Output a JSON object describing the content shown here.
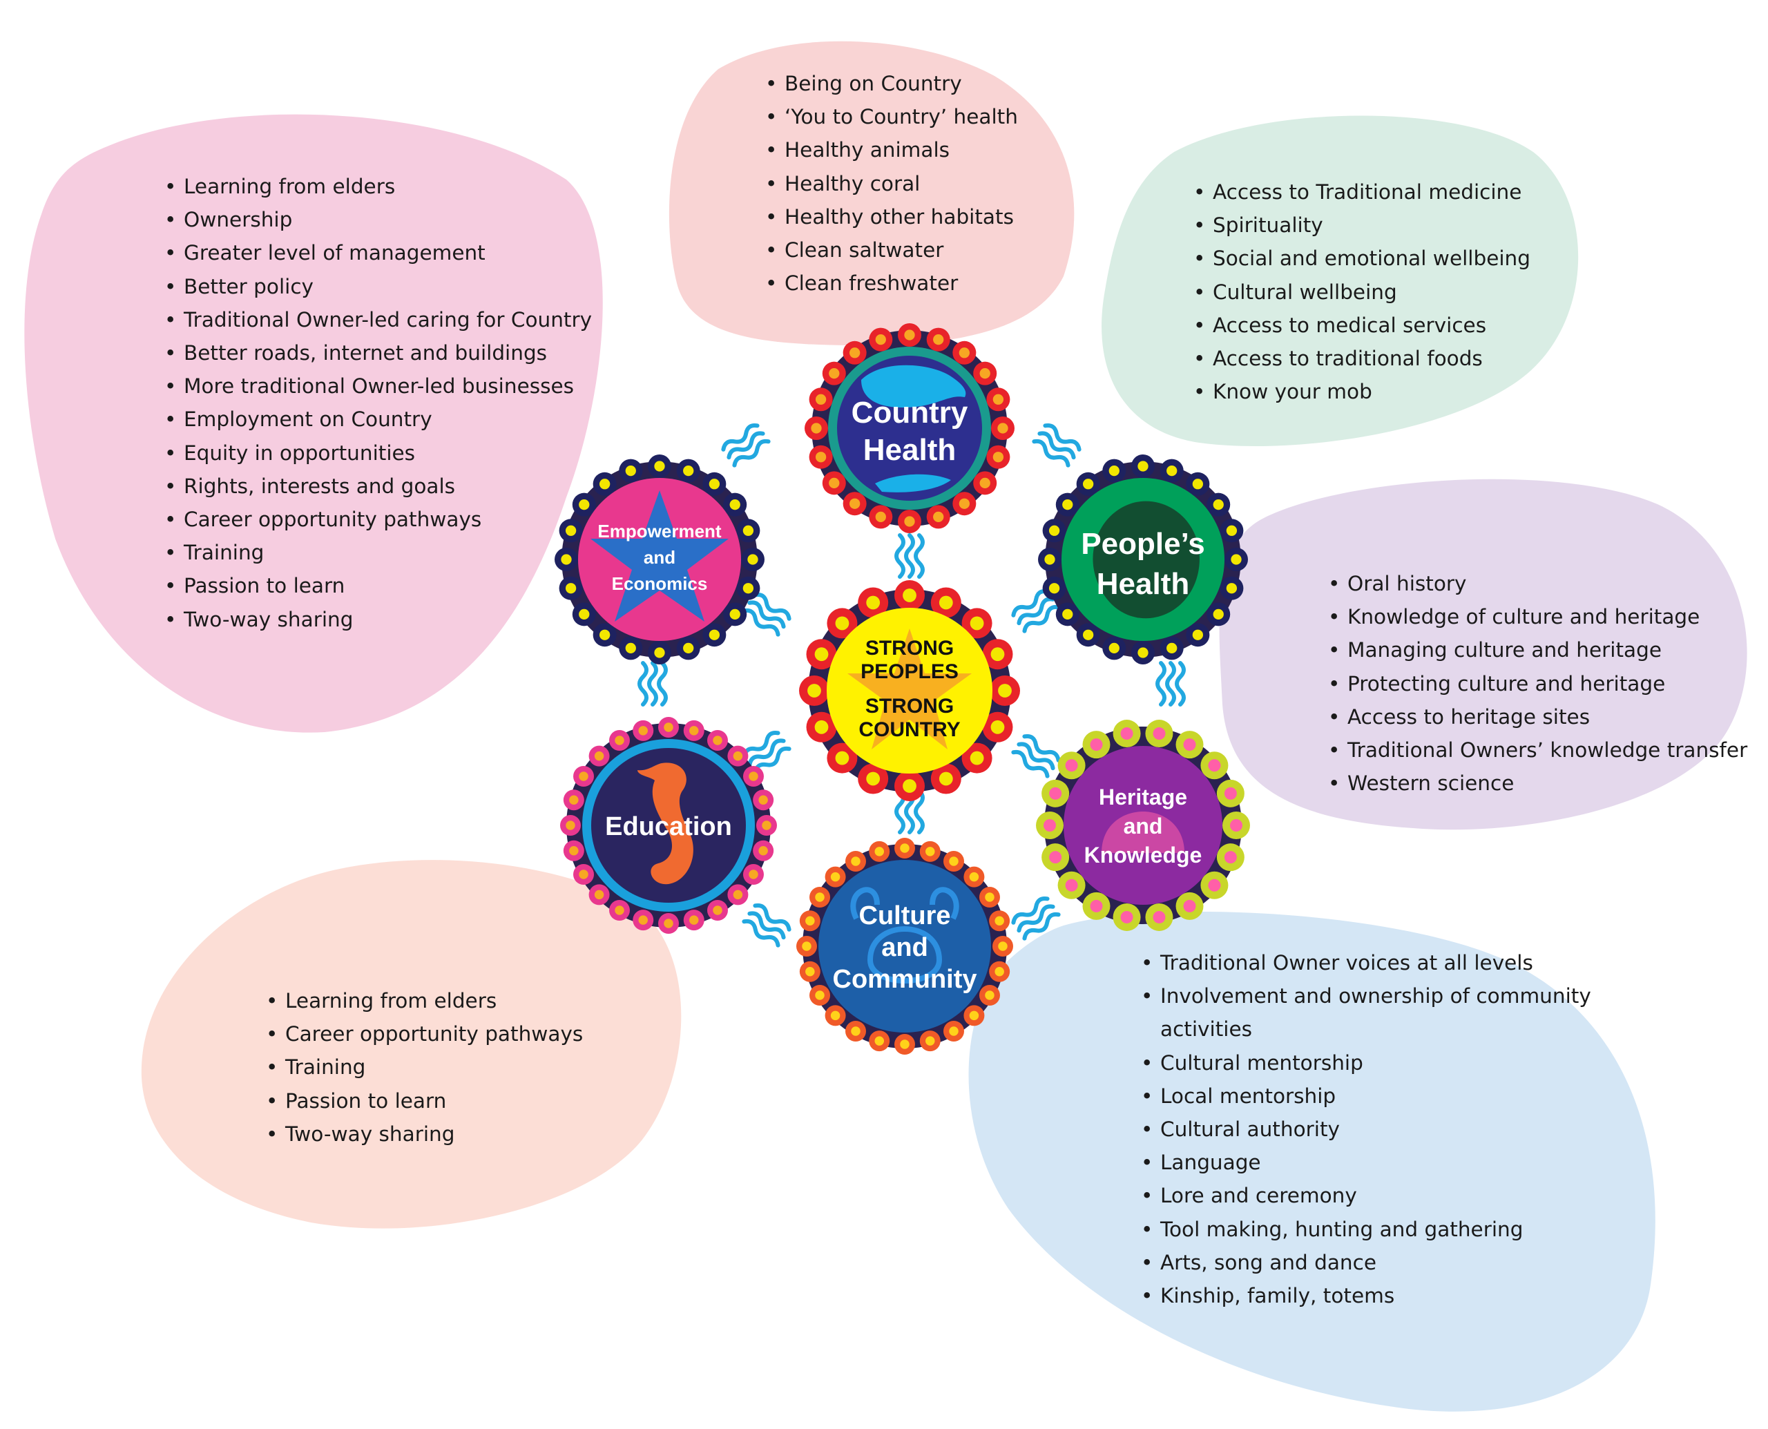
{
  "center": {
    "line1": "STRONG",
    "line2": "PEOPLES",
    "line3": "STRONG",
    "line4": "COUNTRY"
  },
  "nodes": {
    "country_health": {
      "label_1": "Country",
      "label_2": "Health",
      "icon": "dugong-icon"
    },
    "peoples_health": {
      "label_1": "People’s",
      "label_2": "Health",
      "icon": "turtle-icon"
    },
    "heritage": {
      "label_1": "Heritage",
      "label_2": "and",
      "label_3": "Knowledge",
      "icon": "shell-icon"
    },
    "culture": {
      "label_1": "Culture",
      "label_2": "and",
      "label_3": "Community",
      "icon": "crab-icon"
    },
    "education": {
      "label_1": "Education",
      "icon": "seahorse-icon"
    },
    "empowerment": {
      "label_1": "Empowerment",
      "label_2": "and",
      "label_3": "Economics",
      "icon": "starfish-icon"
    }
  },
  "lists": {
    "empowerment": [
      "Learning from elders",
      "Ownership",
      "Greater level of management",
      "Better policy",
      "Traditional Owner-led caring for Country",
      "Better roads, internet and buildings",
      "More traditional Owner-led businesses",
      "Employment on Country",
      "Equity in opportunities",
      "Rights, interests and goals",
      "Career opportunity pathways",
      "Training",
      "Passion to learn",
      "Two-way sharing"
    ],
    "country_health": [
      "Being on Country",
      "‘You to Country’ health",
      "Healthy animals",
      "Healthy coral",
      "Healthy other habitats",
      "Clean saltwater",
      "Clean freshwater"
    ],
    "peoples_health": [
      "Access to Traditional medicine",
      "Spirituality",
      "Social and emotional wellbeing",
      "Cultural wellbeing",
      "Access to medical services",
      "Access to traditional foods",
      "Know your mob"
    ],
    "heritage": [
      "Oral history",
      "Knowledge of culture and heritage",
      "Managing culture and heritage",
      "Protecting culture and heritage",
      "Access to heritage sites",
      "Traditional Owners’ knowledge transfer",
      "Western science"
    ],
    "culture": [
      "Traditional Owner voices at all levels",
      "Involvement and ownership of community",
      "activities",
      "Cultural mentorship",
      "Local mentorship",
      "Cultural authority",
      "Language",
      "Lore and ceremony",
      "Tool making, hunting and gathering",
      "Arts, song and dance",
      "Kinship, family, totems"
    ],
    "education": [
      "Learning from elders",
      "Career opportunity pathways",
      "Training",
      "Passion to learn",
      "Two-way sharing"
    ]
  },
  "colors": {
    "blob_pink": "#f6cde0",
    "blob_salmon": "#f9d4d4",
    "blob_green": "#d9ede4",
    "blob_purple": "#e4d8ec",
    "blob_blue": "#d4e6f5",
    "blob_peach": "#fcded6",
    "wave": "#22a8e0"
  }
}
